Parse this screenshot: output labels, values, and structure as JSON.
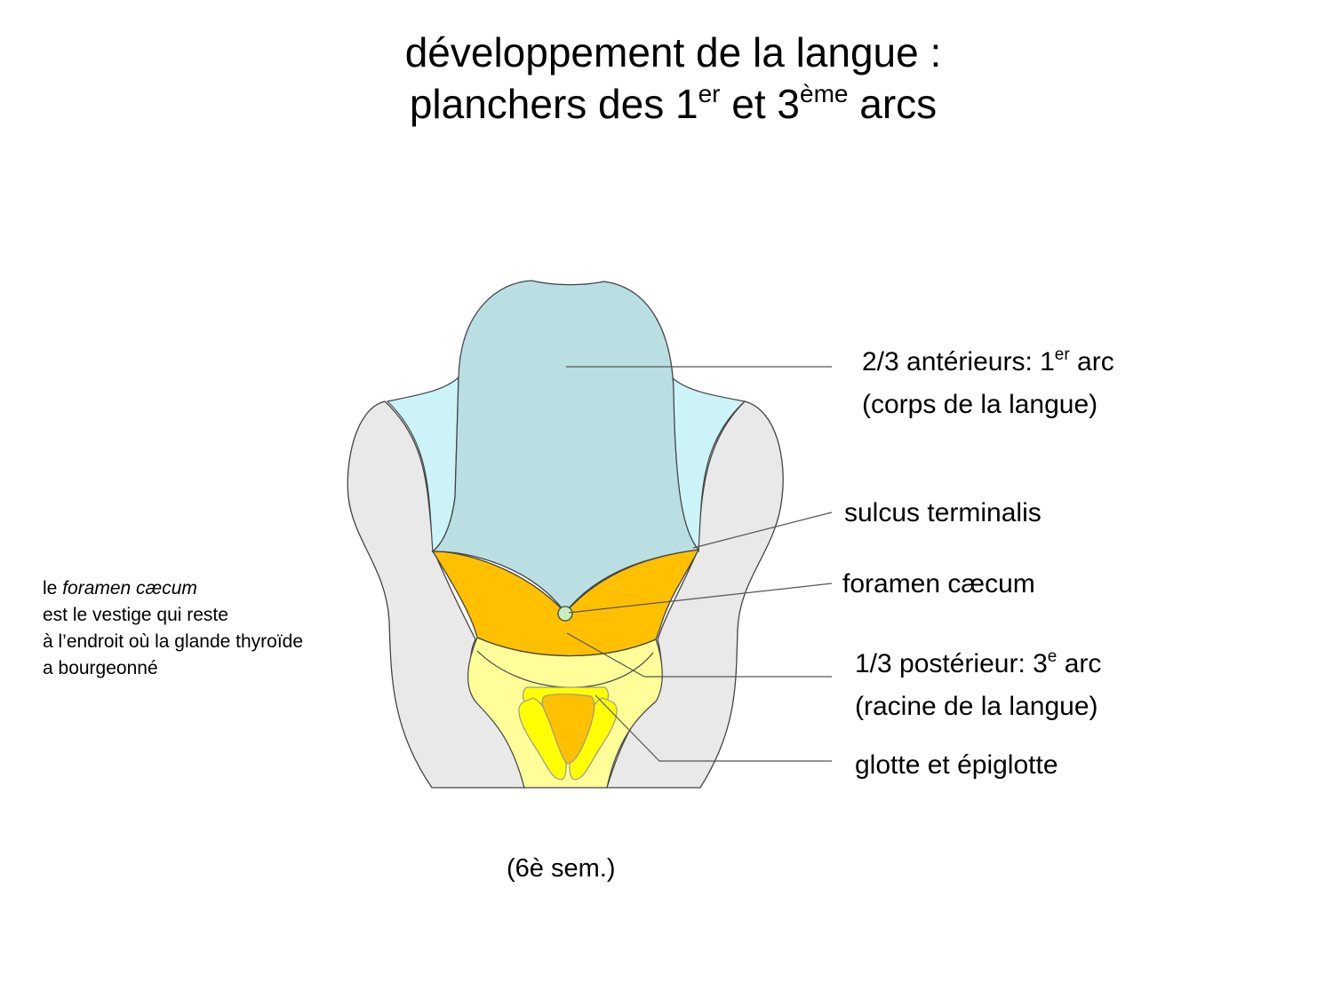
{
  "title": {
    "line1": "développement de la langue :",
    "line2_pre": "planchers des 1",
    "line2_sup1": "er",
    "line2_mid": " et 3",
    "line2_sup2": "ème",
    "line2_post": " arcs"
  },
  "labels": {
    "anterior": {
      "pre": "2/3 antérieurs: 1",
      "sup": "er",
      "post": " arc",
      "line2": "(corps de la langue)"
    },
    "sulcus": "sulcus terminalis",
    "foramen": "foramen cæcum",
    "posterior": {
      "pre": "1/3 postérieur: 3",
      "sup": "e",
      "post": " arc",
      "line2": "(racine de la langue)"
    },
    "glottis": "glotte et épiglotte"
  },
  "note": {
    "prefix": "le ",
    "italic": "foramen cæcum",
    "line2": "est le vestige qui reste",
    "line3": "à l’endroit où la glande thyroïde",
    "line4": "a bourgeonné"
  },
  "caption": "(6è sem.)",
  "colors": {
    "tongue_body": "#b9dfe2",
    "lateral_swelling": "#ccf4f8",
    "pharynx_wall": "#e9e9e9",
    "root_orange": "#ffc000",
    "hypobranchial": "#ffff99",
    "epiglottis": "#ffff00",
    "glottis_center": "#ffc000",
    "foramen": "#c6efc0",
    "outline": "#444444"
  }
}
